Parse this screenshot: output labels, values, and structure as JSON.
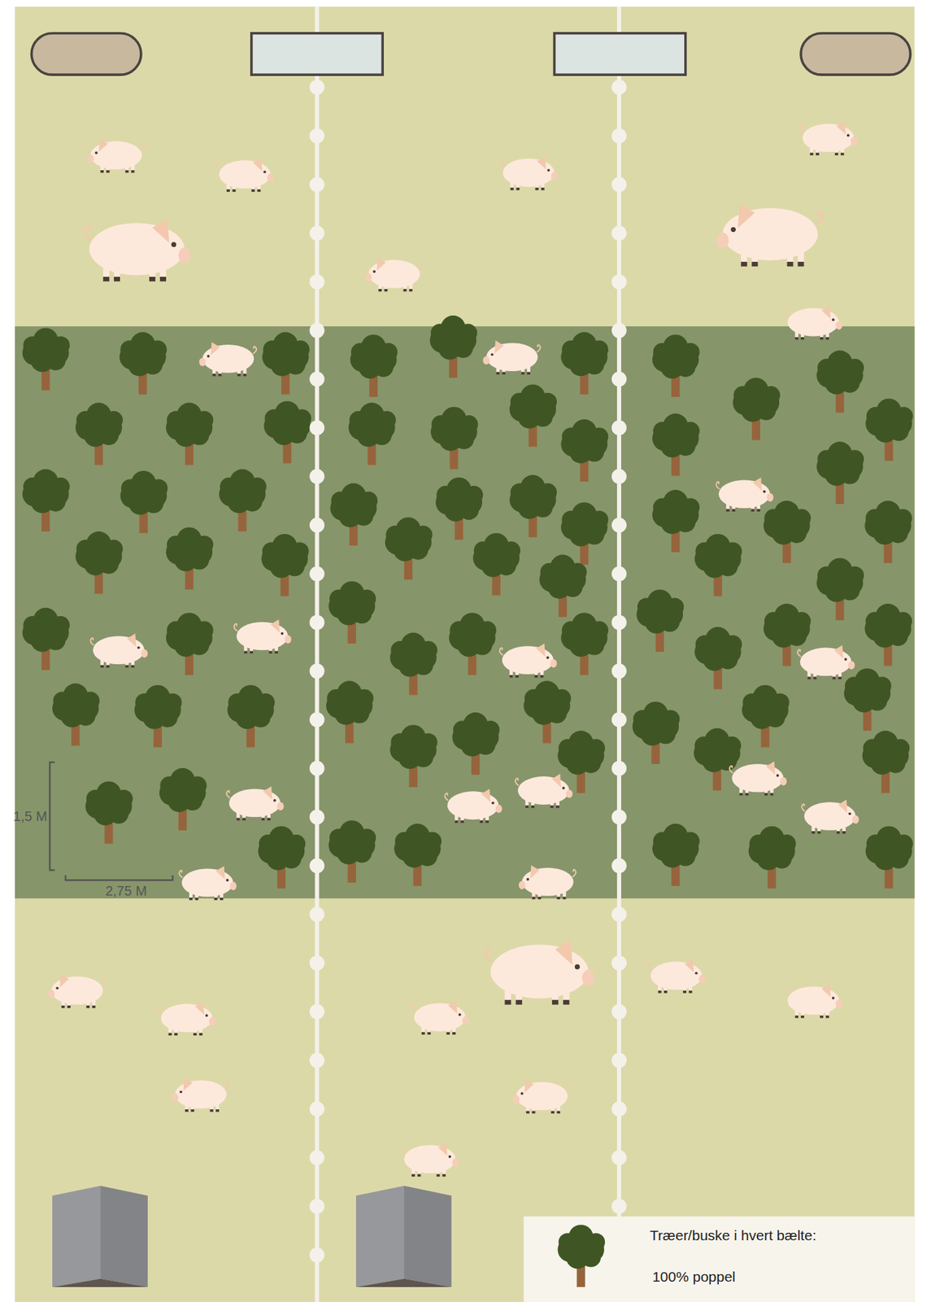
{
  "diagram": {
    "labels": [
      "1,5 M",
      "2,75 M",
      "Træer/buske i hvert bælte:"
    ],
    "legend": [
      {
        "text": "100% poppel"
      }
    ]
  }
}
